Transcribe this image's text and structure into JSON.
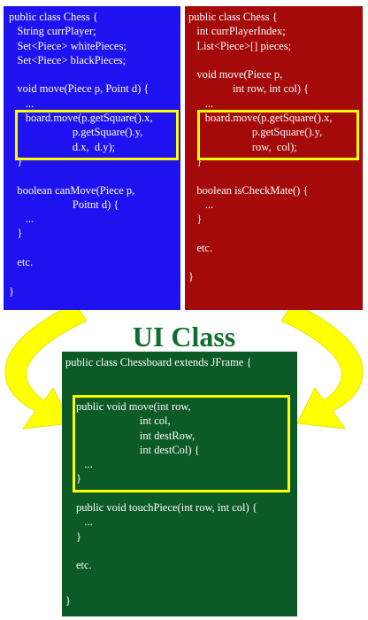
{
  "colors": {
    "left_panel": "#1f12f0",
    "right_panel": "#a50a0a",
    "bottom_panel": "#0c5a26",
    "highlight": "#ffff00",
    "arrow": "#ffff00",
    "title": "#0f6d2e"
  },
  "left_panel": {
    "code": "public class Chess {\n   String currPlayer;\n   Set<Piece> whitePieces;\n   Set<Piece> blackPieces;\n\n   void move(Piece p, Point d) {\n      ...\n      board.move(p.getSquare().x,\n                       p.getSquare().y,\n                       d.x,  d.y);\n   }\n\n   boolean canMove(Piece p,\n                       Poitnt d) {\n      ...\n   }\n\n   etc.\n\n}"
  },
  "right_panel": {
    "code": "public class Chess {\n   int currPlayerIndex;\n   List<Piece>[] pieces;\n\n   void move(Piece p,\n                int row, int col) {\n      ...\n      board.move(p.getSquare().x,\n                       p.getSquare().y,\n                       row,  col);\n   }\n\n   boolean isCheckMate() {\n      ...\n   }\n\n   etc.\n\n}"
  },
  "title": "UI Class",
  "bottom_panel": {
    "header": "public class Chessboard extends JFrame {",
    "code": "public void move(int row,\n                       int col,\n                       int destRow,\n                       int destCol) {\n   ...\n}\n\npublic void touchPiece(int row, int col) {\n   ...\n}\n\netc.\n",
    "closing": "}"
  }
}
